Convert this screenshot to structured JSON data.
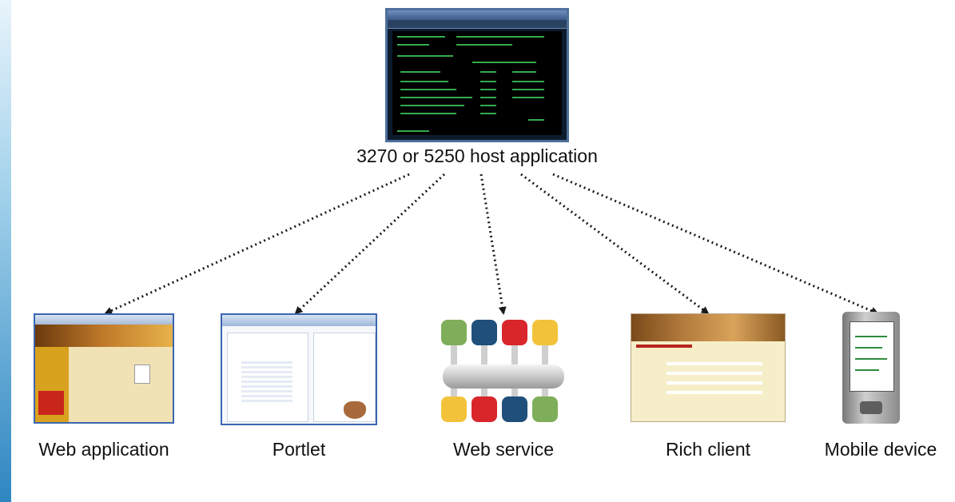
{
  "host": {
    "label": "3270 or 5250 host application",
    "icon": "host-terminal-screen-icon"
  },
  "targets": [
    {
      "label": "Web application",
      "icon": "web-application-screenshot-icon"
    },
    {
      "label": "Portlet",
      "icon": "portlet-screenshot-icon"
    },
    {
      "label": "Web service",
      "icon": "web-service-cubes-icon"
    },
    {
      "label": "Rich client",
      "icon": "rich-client-screenshot-icon"
    },
    {
      "label": "Mobile device",
      "icon": "mobile-device-icon"
    }
  ],
  "colors": {
    "arrow": "#1a1a1a",
    "terminal_text": "#3ec95a",
    "cube_green": "#7fae5a",
    "cube_blue": "#1f4f7a",
    "cube_red": "#d9262a",
    "cube_yellow": "#f2c33a"
  }
}
